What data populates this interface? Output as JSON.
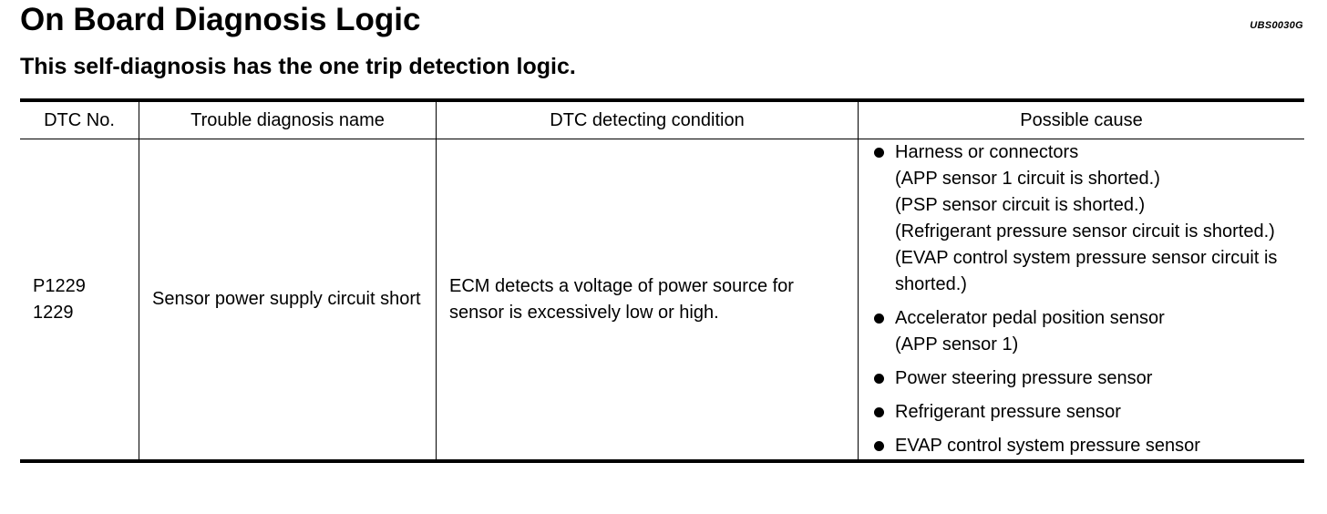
{
  "header": {
    "title": "On Board Diagnosis Logic",
    "code": "UBS0030G",
    "subtitle": "This self-diagnosis has the one trip detection logic."
  },
  "table": {
    "columns": [
      "DTC No.",
      "Trouble diagnosis name",
      "DTC detecting condition",
      "Possible cause"
    ],
    "row": {
      "dtc_no": [
        "P1229",
        "1229"
      ],
      "trouble_name": "Sensor power supply circuit short",
      "condition": "ECM detects a voltage of power source for sensor is excessively low or high.",
      "causes": [
        {
          "main": "Harness or connectors",
          "details": [
            "(APP sensor 1 circuit is shorted.)",
            "(PSP sensor circuit is shorted.)",
            "(Refrigerant pressure sensor circuit is shorted.)",
            "(EVAP control system pressure sensor circuit is shorted.)"
          ]
        },
        {
          "main": "Accelerator pedal position sensor",
          "details": [
            "(APP sensor 1)"
          ]
        },
        {
          "main": "Power steering pressure sensor",
          "details": []
        },
        {
          "main": "Refrigerant pressure sensor",
          "details": []
        },
        {
          "main": "EVAP control system pressure sensor",
          "details": []
        }
      ]
    }
  }
}
